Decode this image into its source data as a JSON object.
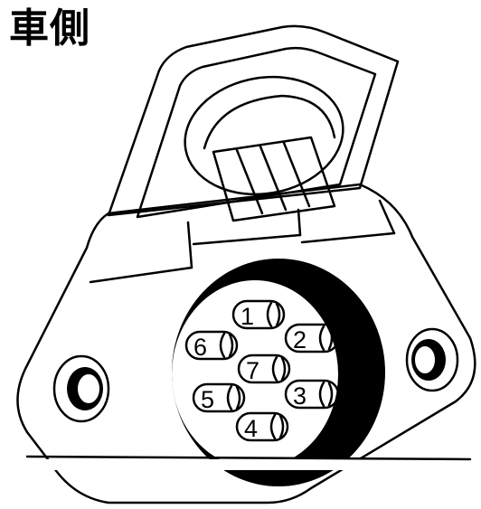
{
  "title": "車側",
  "colors": {
    "line": "#000000",
    "background": "#ffffff"
  },
  "pins": [
    {
      "label": "1",
      "name": "pin-1"
    },
    {
      "label": "2",
      "name": "pin-2"
    },
    {
      "label": "3",
      "name": "pin-3"
    },
    {
      "label": "4",
      "name": "pin-4"
    },
    {
      "label": "5",
      "name": "pin-5"
    },
    {
      "label": "6",
      "name": "pin-6"
    },
    {
      "label": "7",
      "name": "pin-7"
    }
  ]
}
